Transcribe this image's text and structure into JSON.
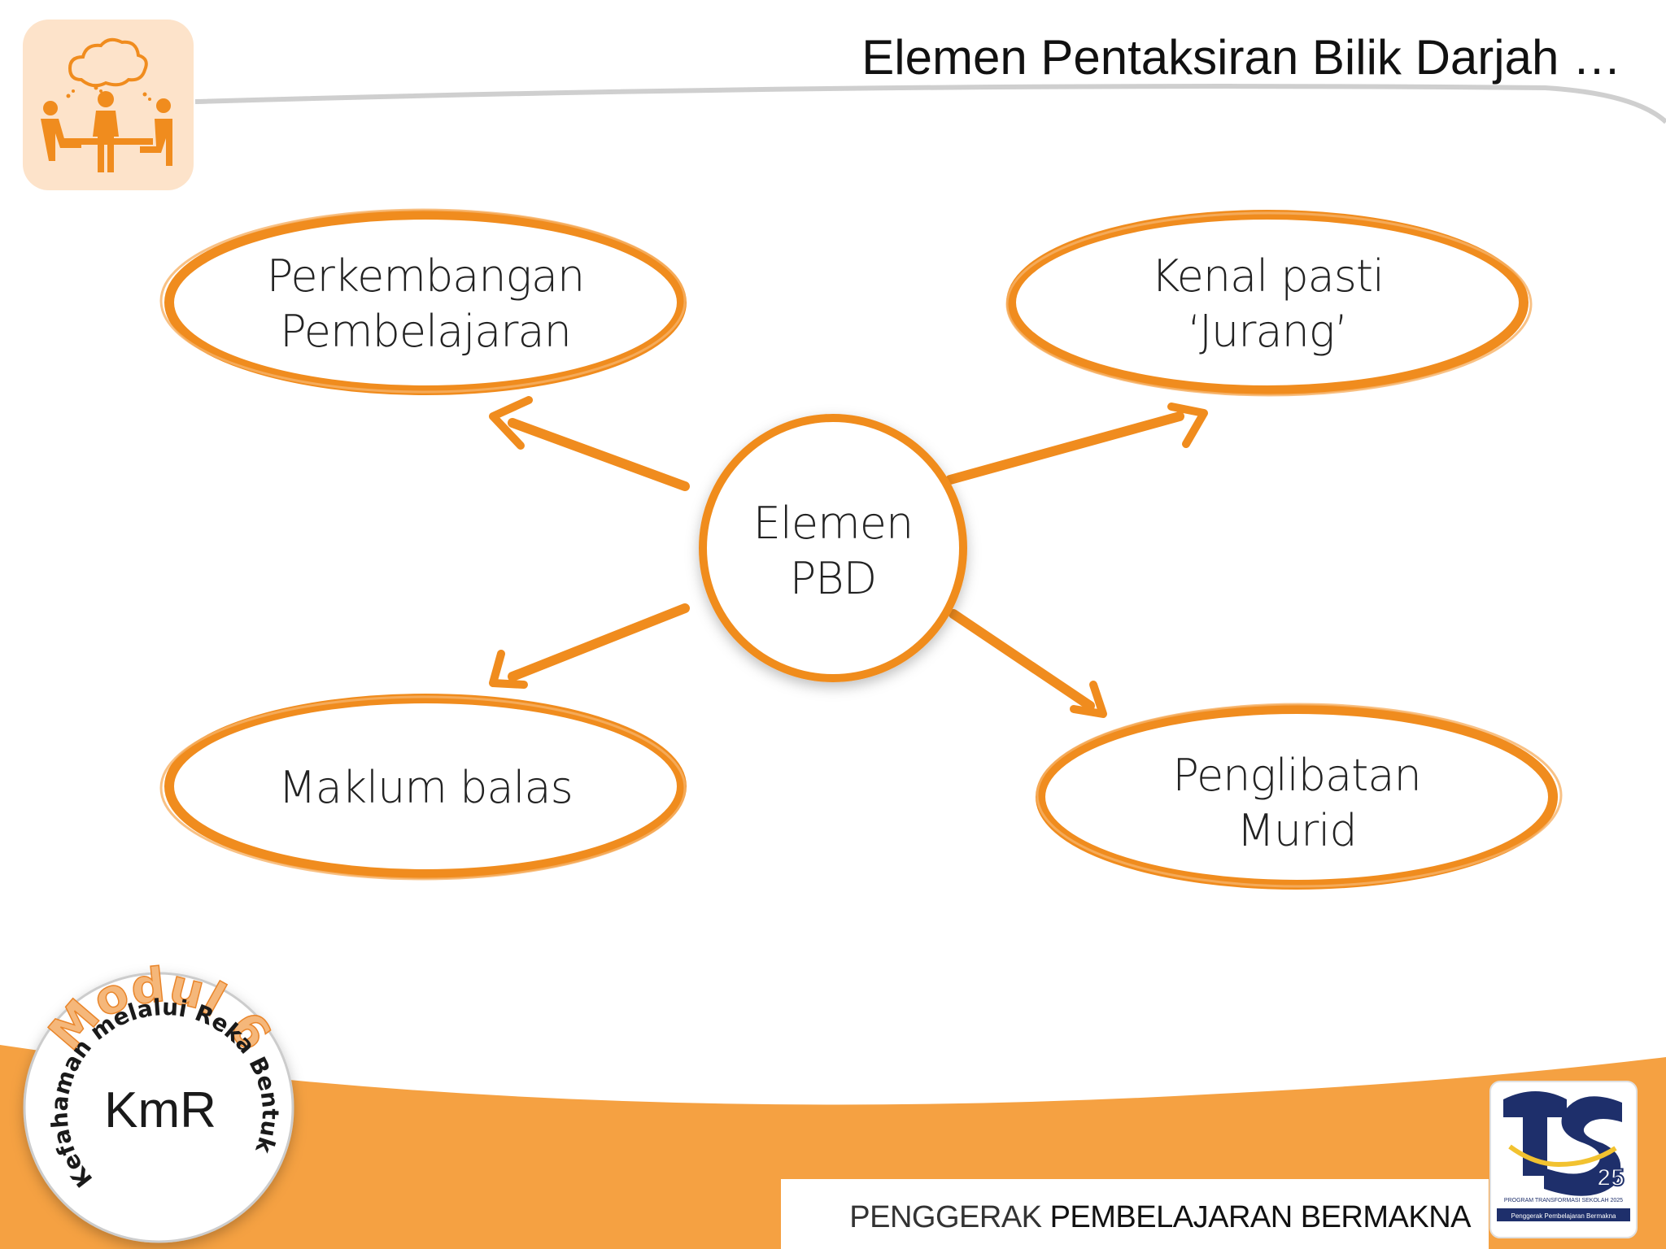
{
  "title": "Elemen Pentaksiran Bilik Darjah …",
  "center_node": {
    "line1": "Elemen",
    "line2": "PBD"
  },
  "nodes": {
    "top_left": {
      "line1": "Perkembangan",
      "line2": "Pembelajaran"
    },
    "top_right": {
      "line1": "Kenal pasti",
      "line2": "‘Jurang’"
    },
    "bottom_left": {
      "line1": "Maklum balas"
    },
    "bottom_right": {
      "line1": "Penglibatan",
      "line2": "Murid"
    }
  },
  "badge": {
    "center": "KmR",
    "arc_top": "Modul 6",
    "arc_text": "Kefahaman melalui Reka Bentuk"
  },
  "footer": {
    "light": "PENGGERAK ",
    "bold": "PEMBELAJARAN BERMAKNA"
  },
  "logo": {
    "number": "25",
    "line1": "PROGRAM TRANSFORMASI SEKOLAH 2025",
    "line2": "Penggerak Pembelajaran Bermakna"
  },
  "colors": {
    "accent": "#F08C1E",
    "band": "#F5A142",
    "icon_bg": "#FDE3CA",
    "logo_blue": "#1E2F6B"
  }
}
